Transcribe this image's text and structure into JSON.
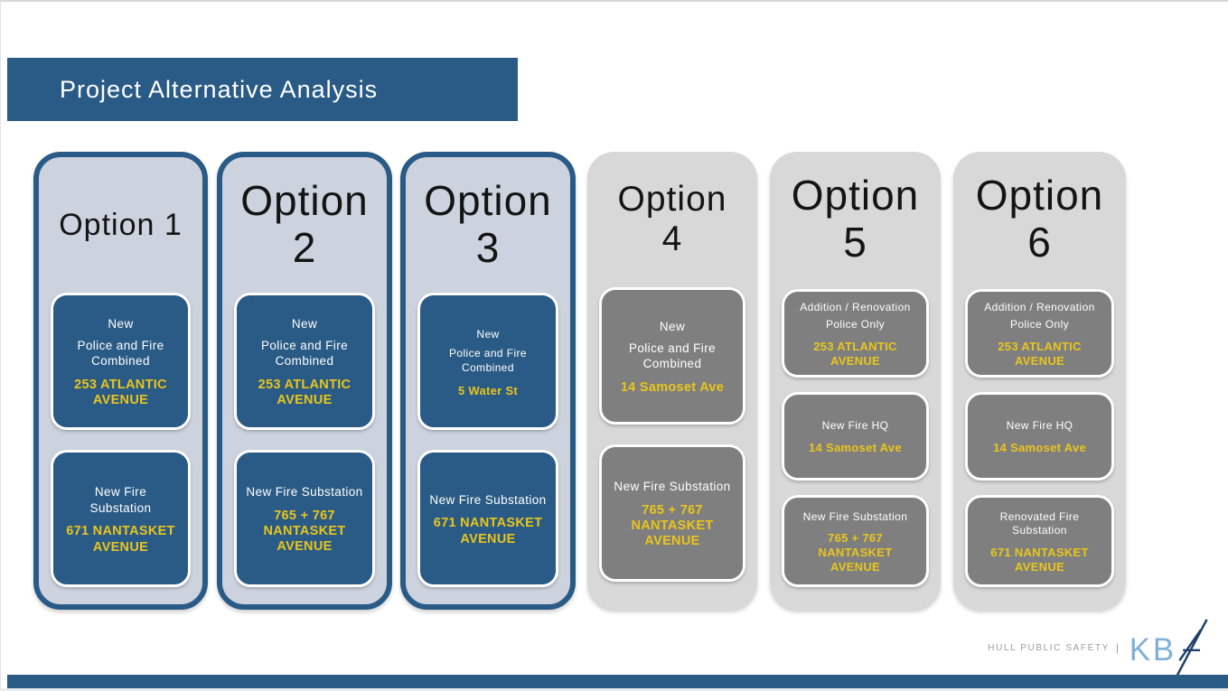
{
  "header": {
    "title": "Project Alternative Analysis"
  },
  "columns": [
    {
      "title": "Option 1",
      "title_lines": [
        "Option 1"
      ],
      "highlighted": true,
      "cards": [
        {
          "lines": [
            "New",
            "Police and Fire Combined"
          ],
          "address": "253 ATLANTIC AVENUE"
        },
        {
          "lines": [
            "New Fire Substation"
          ],
          "address": "671 NANTASKET AVENUE"
        }
      ]
    },
    {
      "title": "Option 2",
      "title_lines": [
        "Option",
        "2"
      ],
      "highlighted": true,
      "cards": [
        {
          "lines": [
            "New",
            "Police and Fire Combined"
          ],
          "address": "253 ATLANTIC AVENUE"
        },
        {
          "lines": [
            "New Fire Substation"
          ],
          "address": "765 + 767 NANTASKET AVENUE"
        }
      ]
    },
    {
      "title": "Option 3",
      "title_lines": [
        "Option",
        "3"
      ],
      "highlighted": true,
      "cards": [
        {
          "lines": [
            "New",
            "Police and Fire Combined"
          ],
          "address": "5 Water St"
        },
        {
          "lines": [
            "New Fire Substation"
          ],
          "address": "671 NANTASKET AVENUE"
        }
      ]
    },
    {
      "title": "Option 4",
      "title_lines": [
        "Option",
        "4"
      ],
      "highlighted": false,
      "cards": [
        {
          "lines": [
            "New",
            "Police and Fire Combined"
          ],
          "address": "14 Samoset Ave"
        },
        {
          "lines": [
            "New Fire Substation"
          ],
          "address": "765 + 767 NANTASKET AVENUE"
        }
      ]
    },
    {
      "title": "Option 5",
      "title_lines": [
        "Option",
        "5"
      ],
      "highlighted": false,
      "cards": [
        {
          "lines": [
            "Addition / Renovation",
            "Police Only"
          ],
          "address": "253 ATLANTIC AVENUE"
        },
        {
          "lines": [
            "New Fire HQ"
          ],
          "address": "14 Samoset Ave"
        },
        {
          "lines": [
            "New Fire Substation"
          ],
          "address": "765 + 767 NANTASKET AVENUE"
        }
      ]
    },
    {
      "title": "Option 6",
      "title_lines": [
        "Option",
        "6"
      ],
      "highlighted": false,
      "cards": [
        {
          "lines": [
            "Addition / Renovation",
            "Police Only"
          ],
          "address": "253 ATLANTIC AVENUE"
        },
        {
          "lines": [
            "New Fire HQ"
          ],
          "address": "14 Samoset Ave"
        },
        {
          "lines": [
            "Renovated Fire Substation"
          ],
          "address": "671 NANTASKET AVENUE"
        }
      ]
    }
  ],
  "brand": {
    "label": "HULL PUBLIC SAFETY",
    "separator": "|",
    "logo": "KBA",
    "logo_kb": "KB"
  },
  "colors": {
    "primary_blue": "#2a5b86",
    "highlight_column_bg": "#ccd3df",
    "plain_column_bg": "#d8d8d8",
    "gray_card": "#7f7f7f",
    "address_yellow": "#e9c51b",
    "logo_light_blue": "#7fb1d6",
    "logo_navy": "#23406b"
  }
}
